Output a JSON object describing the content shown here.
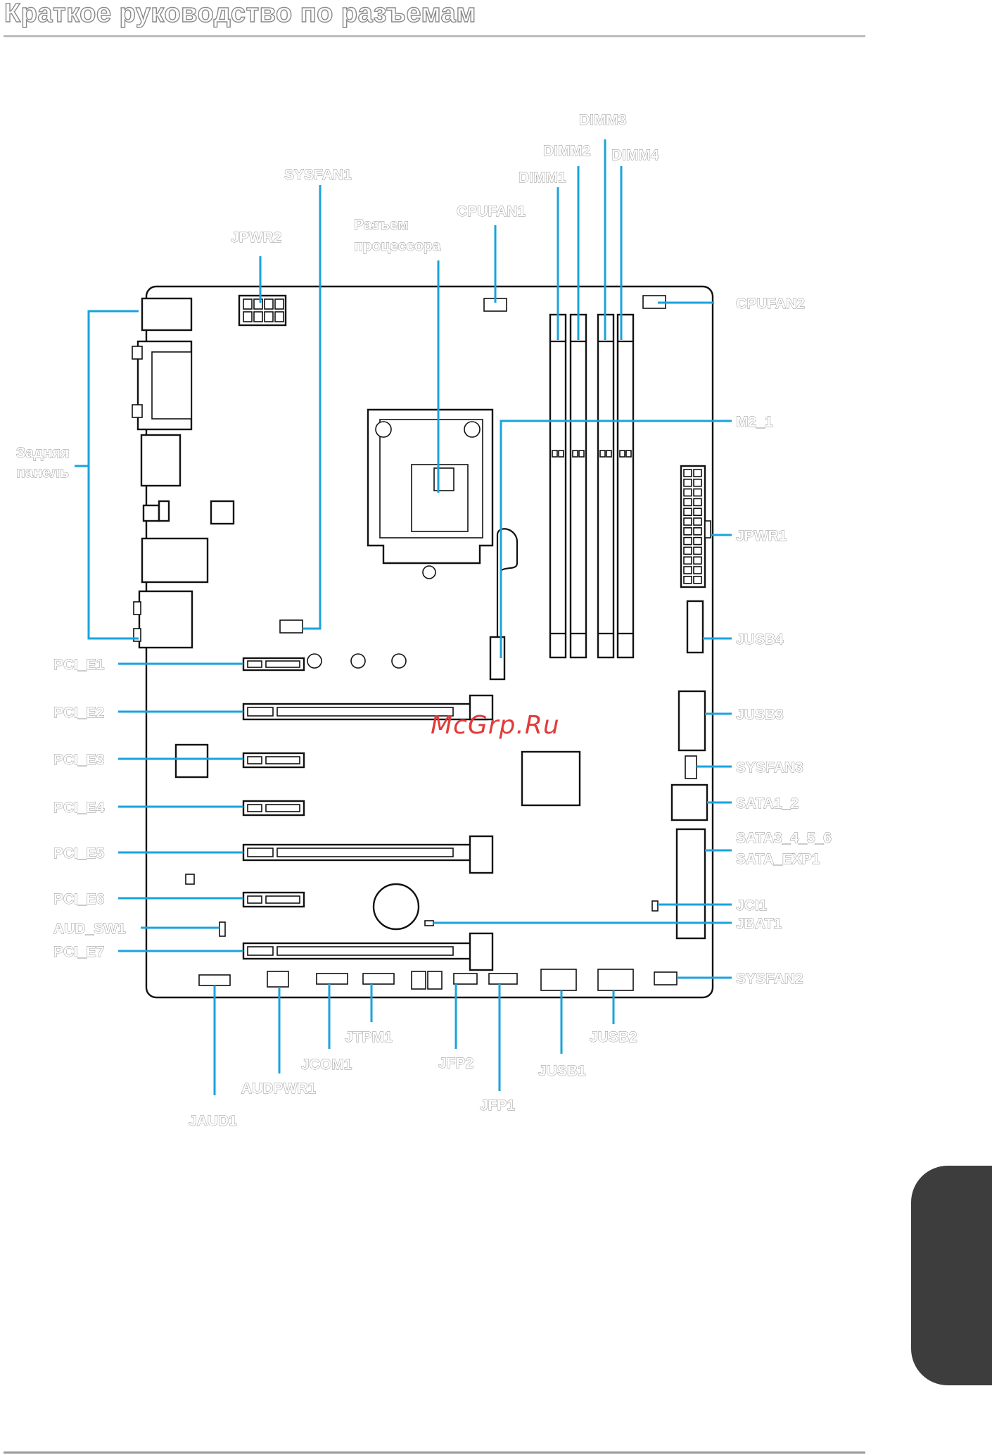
{
  "title": "Краткое руководство по разъемам",
  "watermark": "McGrp.Ru",
  "labels": {
    "dimm3": "DIMM3",
    "dimm2": "DIMM2",
    "dimm4": "DIMM4",
    "dimm1": "DIMM1",
    "sysfan1": "SYSFAN1",
    "cpufan1": "CPUFAN1",
    "cpu_socket_line1": "Разъем",
    "cpu_socket_line2": "процессора",
    "jpwr2": "JPWR2",
    "cpufan2": "CPUFAN2",
    "m2_1": "M2_1",
    "back_panel_line1": "Задняя",
    "back_panel_line2": "панель",
    "jpwr1": "JPWR1",
    "jusb4": "JUSB4",
    "jusb3": "JUSB3",
    "sysfan3": "SYSFAN3",
    "sata1_2": "SATA1_2",
    "sata3_4_5_6": "SATA3_4_5_6",
    "sata_exp1": "SATA_EXP1",
    "jci1": "JCI1",
    "jbat1": "JBAT1",
    "sysfan2": "SYSFAN2",
    "pci_e1": "PCI_E1",
    "pci_e2": "PCI_E2",
    "pci_e3": "PCI_E3",
    "pci_e4": "PCI_E4",
    "pci_e5": "PCI_E5",
    "pci_e6": "PCI_E6",
    "aud_sw1": "AUD_SW1",
    "pci_e7": "PCI_E7",
    "jtpm1": "JTPM1",
    "jcom1": "JCOM1",
    "jfp2": "JFP2",
    "jusb1": "JUSB1",
    "jusb2": "JUSB2",
    "audpwr1": "AUDPWR1",
    "jfp1": "JFP1",
    "jaud1": "JAUD1"
  },
  "colors": {
    "leader_line": "#1aa3dc",
    "outline": "#111111",
    "label_outline": "#8a8a8a",
    "side_tab": "#3d3d3d",
    "watermark": "#e23a3a"
  }
}
